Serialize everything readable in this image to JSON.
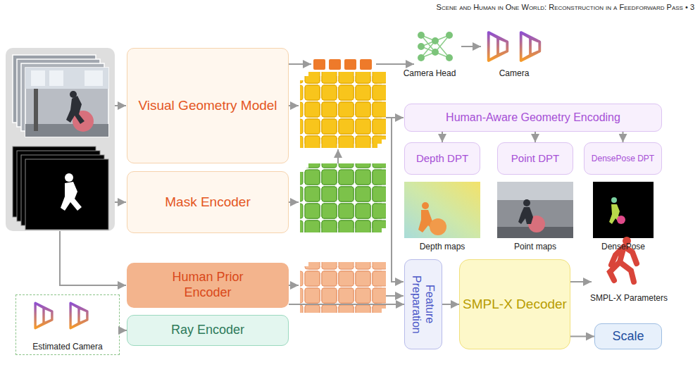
{
  "diagram": {
    "nodes": [
      {
        "text": [
          "Visual Geometry Model"
        ]
      },
      {
        "text": [
          "Mask Encoder"
        ]
      },
      {
        "text": [
          "Human-Aware Geometry Encoding"
        ]
      },
      {
        "text": [
          "Depth DPT"
        ]
      },
      {
        "text": [
          "Point DPT"
        ]
      },
      {
        "text": [
          "DensePose DPT"
        ]
      },
      {
        "text": [
          "Human Prior Encoder"
        ]
      },
      {
        "text": [
          "Estimated Camera"
        ]
      },
      {
        "text": [
          "Ray Encoder"
        ]
      },
      {
        "text": [
          "Feature Preparation"
        ]
      },
      {
        "text": [
          "SMPL-X Decoder"
        ]
      },
      {
        "text": [
          "Scale"
        ]
      }
    ],
    "edges": [
      {
        "from": 2,
        "to": 3,
        "arrow": "to"
      },
      {
        "from": 2,
        "to": 4,
        "arrow": "to"
      },
      {
        "from": 2,
        "to": 5,
        "arrow": "to"
      },
      {
        "from": 7,
        "to": 8,
        "arrow": "to"
      },
      {
        "from": 8,
        "to": 9,
        "arrow": "to"
      },
      {
        "from": 9,
        "to": 10,
        "arrow": "to"
      },
      {
        "from": 10,
        "to": 11,
        "arrow": "to"
      }
    ],
    "labels": [
      "Scene and Human in One World: Reconstruction in a Feedforward Pass • 3",
      "Camera Head",
      "Camera",
      "Depth maps",
      "Point maps",
      "DensePose",
      "SMPL-X Parameters"
    ]
  }
}
